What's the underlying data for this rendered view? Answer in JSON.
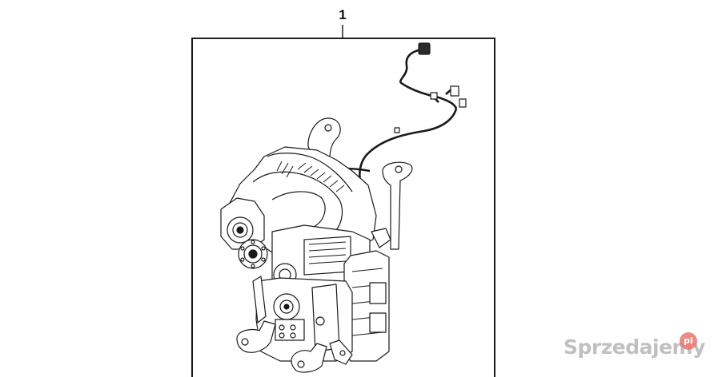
{
  "callout": {
    "label": "1"
  },
  "watermark": {
    "text": "Sprzedajemy",
    "badge": "pl"
  },
  "colors": {
    "line": "#1a1a1a",
    "frame": "#000000",
    "fill": "#ffffff",
    "watermark": "#8c8c8c",
    "badge": "#e6786e"
  }
}
